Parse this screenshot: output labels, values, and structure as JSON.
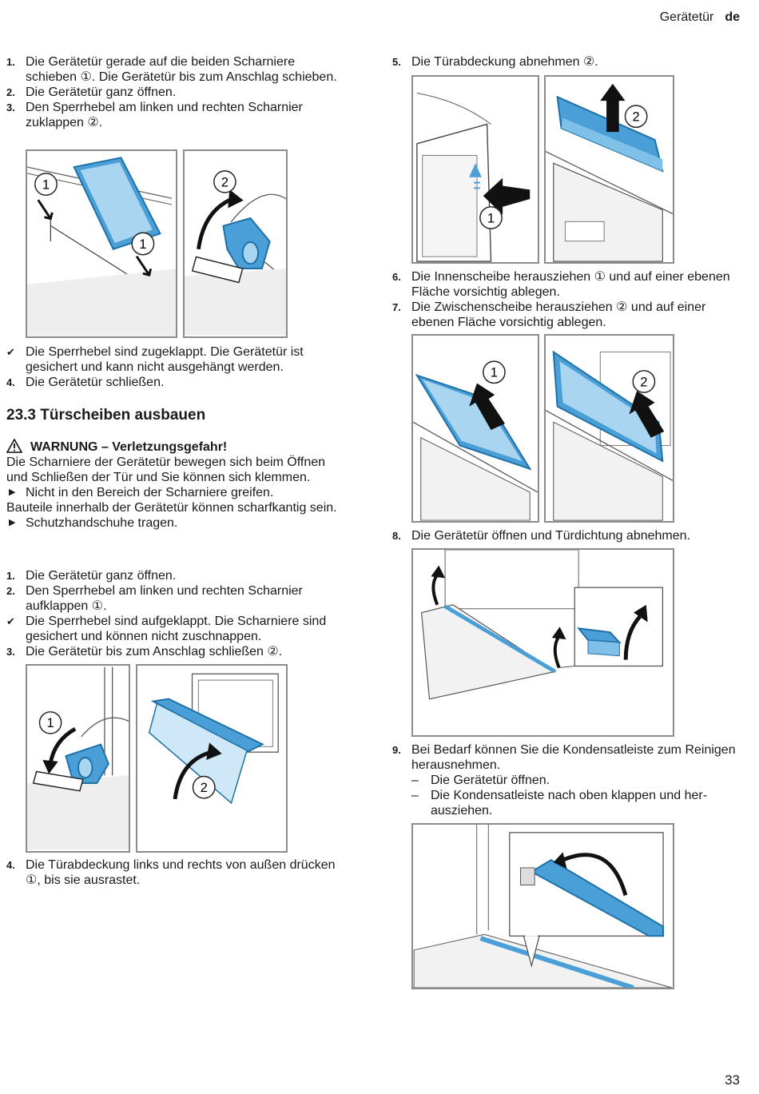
{
  "header": {
    "section": "Gerätetür",
    "lang": "de"
  },
  "left_top": [
    {
      "marker": "1.",
      "text": "Die Gerätetür gerade auf die beiden Scharniere schieben ①. Die Gerätetür bis zum Anschlag schie­ben."
    },
    {
      "marker": "2.",
      "text": "Die Gerätetür ganz öffnen."
    },
    {
      "marker": "3.",
      "text": "Den Sperrhebel am linken und rechten Scharnier zuklappen ②."
    }
  ],
  "left_mid": [
    {
      "marker": "✔",
      "text": "Die Sperrhebel sind zugeklappt. Die Gerätetür ist gesichert und kann nicht ausgehängt werden."
    },
    {
      "marker": "4.",
      "text": "Die Gerätetür schließen."
    }
  ],
  "section": {
    "title": "23.3  Türscheiben ausbauen"
  },
  "warning": {
    "title": "WARNUNG – Verletzungsgefahr!",
    "p1": "Die Scharniere der Gerätetür bewegen sich beim Öff­nen und Schließen der Tür und Sie können sich klem­men.",
    "a1": "Nicht in den Bereich der Scharniere greifen.",
    "p2": "Bauteile innerhalb der Gerätetür können scharfkantig sein.",
    "a2": "Schutzhandschuhe tragen."
  },
  "left_steps": [
    {
      "marker": "1.",
      "text": "Die Gerätetür ganz öffnen."
    },
    {
      "marker": "2.",
      "text": "Den Sperrhebel am linken und rechten Scharnier aufklappen ①."
    },
    {
      "marker": "✔",
      "text": "Die Sperrhebel sind aufgeklappt. Die Scharniere sind gesichert und können nicht zuschnappen."
    },
    {
      "marker": "3.",
      "text": "Die Gerätetür bis zum Anschlag schließen ②."
    }
  ],
  "left_bottom": [
    {
      "marker": "4.",
      "text": "Die Türabdeckung links und rechts von außen drücken ①, bis sie ausrastet."
    }
  ],
  "right_top": [
    {
      "marker": "5.",
      "text": "Die Türabdeckung abnehmen ②."
    }
  ],
  "right_mid": [
    {
      "marker": "6.",
      "text": "Die Innenscheibe herausziehen ① und auf einer ebenen Fläche vorsichtig ablegen."
    },
    {
      "marker": "7.",
      "text": "Die Zwischenscheibe herausziehen ② und auf einer ebenen Fläche vorsichtig ablegen."
    }
  ],
  "right_step8": [
    {
      "marker": "8.",
      "text": "Die Gerätetür öffnen und Türdichtung abnehmen."
    }
  ],
  "right_step9": {
    "marker": "9.",
    "text": "Bei Bedarf können Sie die Kondensatleiste zum Rei­nigen herausnehmen.",
    "subs": [
      "Die Gerätetür öffnen.",
      "Die Kondensatleiste nach oben klappen und her­ausziehen."
    ]
  },
  "callouts": {
    "one": "1",
    "two": "2"
  },
  "page_number": "33",
  "colors": {
    "accent_blue": "#4a9fd6",
    "frame_grey": "#8c8c8c"
  }
}
